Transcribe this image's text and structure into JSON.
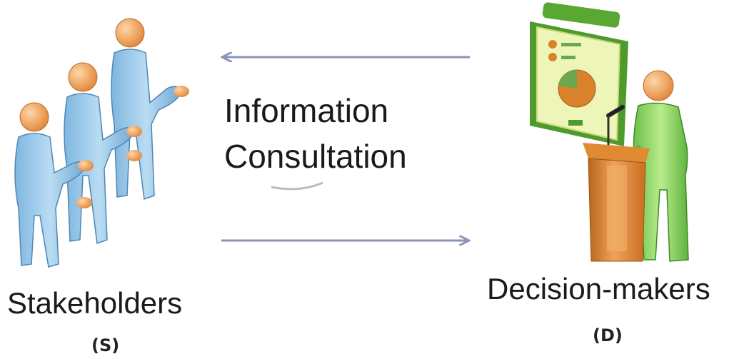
{
  "diagram": {
    "flow_labels": [
      "Information",
      "Consultation"
    ],
    "left_actor": {
      "name": "Stakeholders",
      "code": "(S)"
    },
    "right_actor": {
      "name": "Decision-makers",
      "code": "(D)"
    },
    "colors": {
      "arrow": "#8b93b8",
      "stakeholder_body": "#9ecae8",
      "skin": "#f2a65a",
      "presenter_body": "#8fd36a",
      "board_frame": "#5aa832",
      "board_face": "#f3f7c4",
      "podium": "#d9822b"
    }
  }
}
